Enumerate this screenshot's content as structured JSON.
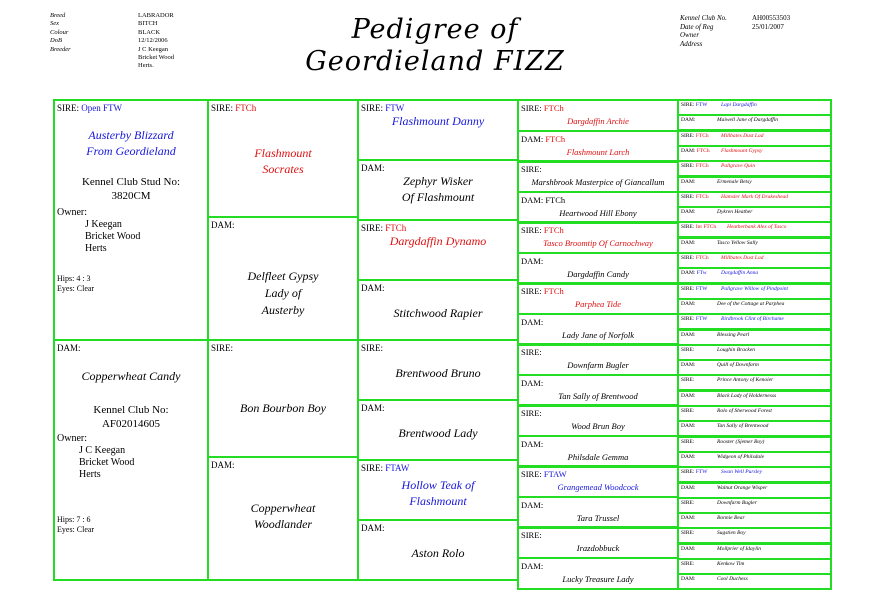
{
  "header": {
    "left": [
      {
        "k": "Breed",
        "v": "LABRADOR"
      },
      {
        "k": "Sex",
        "v": "BITCH"
      },
      {
        "k": "Colour",
        "v": "BLACK"
      },
      {
        "k": "DoB",
        "v": "12/12/2006"
      },
      {
        "k": "Breeder",
        "v": "J C Keegan"
      },
      {
        "k": "",
        "v": "Bricket Wood"
      },
      {
        "k": "",
        "v": "Herts."
      }
    ],
    "right": [
      {
        "k": "Kennel Club No.",
        "v": "AH00553503"
      },
      {
        "k": "Date of Reg",
        "v": "25/01/2007"
      },
      {
        "k": "Owner",
        "v": ""
      },
      {
        "k": "Address",
        "v": ""
      }
    ],
    "title1": "Pedigree of",
    "title2": "Geordieland FIZZ"
  },
  "colors": {
    "border": "#22dd22",
    "red": "#e01010",
    "blue": "#1515dd"
  },
  "gen1": {
    "sire": {
      "label": "SIRE:",
      "title": "Open FTW",
      "name1": "Austerby Blizzard",
      "name2": "From Geordieland",
      "stud_label": "Kennel Club Stud No:",
      "stud_no": "3820CM",
      "owner_label": "Owner:",
      "owner1": "J Keegan",
      "owner2": "Bricket Wood",
      "owner3": "Herts",
      "hips": "Hips:  4 : 3",
      "eyes": "Eyes:  Clear"
    },
    "dam": {
      "label": "DAM:",
      "name": "Copperwheat Candy",
      "kc_label": "Kennel Club  No:",
      "kc_no": "AF02014605",
      "owner_label": "Owner:",
      "owner1": "J C Keegan",
      "owner2": "Bricket Wood",
      "owner3": "Herts",
      "hips": "Hips:  7 : 6",
      "eyes": "Eyes:  Clear"
    }
  },
  "gen2": [
    {
      "label": "SIRE:",
      "title": "FTCh",
      "name1": "Flashmount",
      "name2": "Socrates",
      "name3": ""
    },
    {
      "label": "DAM:",
      "title": "",
      "name1": "Delfleet Gypsy",
      "name2": "Lady of",
      "name3": "Austerby"
    },
    {
      "label": "SIRE:",
      "title": "",
      "name1": "Bon Bourbon Boy",
      "name2": "",
      "name3": ""
    },
    {
      "label": "DAM:",
      "title": "",
      "name1": "Copperwheat",
      "name2": "Woodlander",
      "name3": ""
    }
  ],
  "gen3": [
    {
      "label": "SIRE:",
      "title": "FTW",
      "name1": "Flashmount Danny",
      "name2": ""
    },
    {
      "label": "DAM:",
      "title": "",
      "name1": "Zephyr Wisker",
      "name2": "Of Flashmount"
    },
    {
      "label": "SIRE:",
      "title": "FTCh",
      "name1": "Dargdaffin Dynamo",
      "name2": ""
    },
    {
      "label": "DAM:",
      "title": "",
      "name1": "Stitchwood Rapier",
      "name2": ""
    },
    {
      "label": "SIRE:",
      "title": "",
      "name1": "Brentwood Bruno",
      "name2": ""
    },
    {
      "label": "DAM:",
      "title": "",
      "name1": "Brentwood Lady",
      "name2": ""
    },
    {
      "label": "SIRE:",
      "title": "FTAW",
      "name1": "Hollow Teak of",
      "name2": "Flashmount"
    },
    {
      "label": "DAM:",
      "title": "",
      "name1": "Aston Rolo",
      "name2": ""
    }
  ],
  "gen4": [
    {
      "label": "SIRE:",
      "title": "FTCh",
      "name": "Dargdaffin Archie"
    },
    {
      "label": "DAM:",
      "title": "FTCh",
      "name": "Flashmount Larch"
    },
    {
      "label": "SIRE:",
      "title": "",
      "name": "Marshbrook Masterpice of Giancallum"
    },
    {
      "label": "DAM:",
      "title": "FTCh",
      "name": "Heartwood Hill Ebony"
    },
    {
      "label": "SIRE:",
      "title": "FTCh",
      "name": "Tasco Broomtip Of Carnochway"
    },
    {
      "label": "DAM:",
      "title": "",
      "name": "Dargdaffin Candy"
    },
    {
      "label": "SIRE:",
      "title": "FTCh",
      "name": "Parphea Tide"
    },
    {
      "label": "DAM:",
      "title": "",
      "name": "Lady Jane of Norfolk"
    },
    {
      "label": "SIRE:",
      "title": "",
      "name": "Downfarm Bugler"
    },
    {
      "label": "DAM:",
      "title": "",
      "name": "Tan Sally of Brentwood"
    },
    {
      "label": "SIRE:",
      "title": "",
      "name": "Wood Brun Boy"
    },
    {
      "label": "DAM:",
      "title": "",
      "name": "Philsdale Gemma"
    },
    {
      "label": "SIRE:",
      "title": "FTAW",
      "name": "Grangemead Woodcock"
    },
    {
      "label": "DAM:",
      "title": "",
      "name": "Tara Trussel"
    },
    {
      "label": "SIRE:",
      "title": "",
      "name": "Irazdobbuck"
    },
    {
      "label": "DAM:",
      "title": "",
      "name": "Lucky Treasure Lady"
    }
  ],
  "gen5": [
    {
      "label": "SIRE:",
      "title": "FTW",
      "name": "Lapi Dargdaffin"
    },
    {
      "label": "DAM:",
      "title": "",
      "name": "Maiwell Jane of Dargdaffin"
    },
    {
      "label": "SIRE:",
      "title": "FTCh",
      "name": "Millbates Dust Lad"
    },
    {
      "label": "DAM:",
      "title": "FTCh",
      "name": "Flashmount Gypsy"
    },
    {
      "label": "SIRE:",
      "title": "FTCh",
      "name": "Pallgrave Quin"
    },
    {
      "label": "DAM:",
      "title": "",
      "name": "Ermenale Betsy"
    },
    {
      "label": "SIRE:",
      "title": "FTCh",
      "name": "Hamsler Mark Of Drakeshead"
    },
    {
      "label": "DAM:",
      "title": "",
      "name": "Dykren Heather"
    },
    {
      "label": "SIRE:",
      "title": "Int FTCh",
      "name": "Heatherbank Alex of Tasco"
    },
    {
      "label": "DAM:",
      "title": "",
      "name": "Tasco Yellow Sally"
    },
    {
      "label": "SIRE:",
      "title": "FTCh",
      "name": "Millbates Dust Lad"
    },
    {
      "label": "DAM:",
      "title": "FTw",
      "name": "Dargdaffin Anna"
    },
    {
      "label": "SIRE:",
      "title": "FTW",
      "name": "Pallgrave Willow of Pindpoint"
    },
    {
      "label": "DAM:",
      "title": "",
      "name": "Dee of the Cottage at Parphea"
    },
    {
      "label": "SIRE:",
      "title": "FTW",
      "name": "Birdbrook Clint of Birchame"
    },
    {
      "label": "DAM:",
      "title": "",
      "name": "Blessing Pearl"
    },
    {
      "label": "SIRE:",
      "title": "",
      "name": "Loughin Bracken"
    },
    {
      "label": "DAM:",
      "title": "",
      "name": "Quill of Downfarm"
    },
    {
      "label": "SIRE:",
      "title": "",
      "name": "Prince Antony of Kenoier"
    },
    {
      "label": "DAM:",
      "title": "",
      "name": "Black Lady of Holdernesss"
    },
    {
      "label": "SIRE:",
      "title": "",
      "name": "Rolo of Sherwood Forest"
    },
    {
      "label": "DAM:",
      "title": "",
      "name": "Tan Sally of Brentwood"
    },
    {
      "label": "SIRE:",
      "title": "",
      "name": "Rooster  (Sjemer Boy)"
    },
    {
      "label": "DAM:",
      "title": "",
      "name": "Widgeon of Philsdale"
    },
    {
      "label": "SIRE:",
      "title": "FTW",
      "name": "Swan Well Pursley"
    },
    {
      "label": "DAM:",
      "title": "",
      "name": "Walnut Orange Wisper"
    },
    {
      "label": "SIRE:",
      "title": "",
      "name": "Downfarm Bugler"
    },
    {
      "label": "DAM:",
      "title": "",
      "name": "Bonnie Bear"
    },
    {
      "label": "SIRE:",
      "title": "",
      "name": "Sugstien Boy"
    },
    {
      "label": "DAM:",
      "title": "",
      "name": "Mollprier of Idaylin"
    },
    {
      "label": "SIRE:",
      "title": "",
      "name": "Kenkow Tim"
    },
    {
      "label": "DAM:",
      "title": "",
      "name": "Cool Duchess"
    }
  ]
}
